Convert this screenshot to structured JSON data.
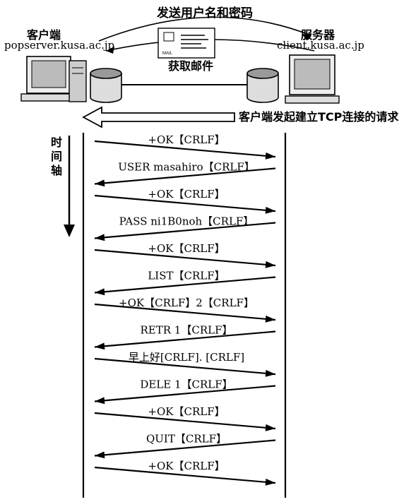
{
  "header": {
    "send_credentials_label": "发送用户名和密码",
    "fetch_mail_label": "获取邮件",
    "mail_icon_text": "MAIL"
  },
  "client": {
    "title": "客户端",
    "host": "popserver.kusa.ac.jp"
  },
  "server": {
    "title": "服务器",
    "host": "client.kusa.ac.jp"
  },
  "tcp_request_label": "客户端发起建立TCP连接的请求",
  "time_axis_label": [
    "时",
    "间",
    "轴"
  ],
  "messages": [
    {
      "text": "+OK【CRLF】",
      "direction": "right"
    },
    {
      "text": "USER masahiro【CRLF】",
      "direction": "left"
    },
    {
      "text": "+OK【CRLF】",
      "direction": "right"
    },
    {
      "text": "PASS ni1B0noh【CRLF】",
      "direction": "left"
    },
    {
      "text": "+OK【CRLF】",
      "direction": "right"
    },
    {
      "text": "LIST【CRLF】",
      "direction": "left"
    },
    {
      "text": "+OK【CRLF】2【CRLF】",
      "direction": "right"
    },
    {
      "text": "RETR 1【CRLF】",
      "direction": "left"
    },
    {
      "text": "早上好[CRLF]. [CRLF]",
      "direction": "right"
    },
    {
      "text": "DELE 1【CRLF】",
      "direction": "left"
    },
    {
      "text": "+OK【CRLF】",
      "direction": "right"
    },
    {
      "text": "QUIT【CRLF】",
      "direction": "left"
    },
    {
      "text": "+OK【CRLF】",
      "direction": "right"
    }
  ]
}
